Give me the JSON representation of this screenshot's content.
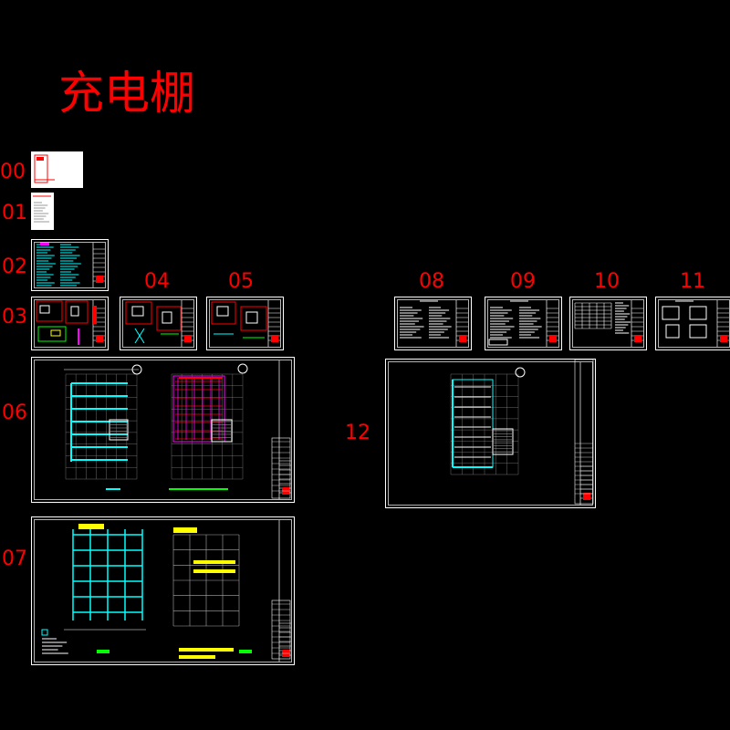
{
  "drawing": {
    "title": "充电棚",
    "sheet_labels": {
      "s00": "00",
      "s01": "01",
      "s02": "02",
      "s03": "03",
      "s04": "04",
      "s05": "05",
      "s06": "06",
      "s07": "07",
      "s08": "08",
      "s09": "09",
      "s10": "10",
      "s11": "11",
      "s12": "12"
    }
  },
  "colors": {
    "background": "#000000",
    "label": "#ff0000",
    "frame": "#ffffff",
    "accent_cyan": "#00ffff",
    "accent_magenta": "#ff00ff",
    "accent_yellow": "#ffff00",
    "accent_green": "#00ff00",
    "accent_red": "#ff0000"
  }
}
